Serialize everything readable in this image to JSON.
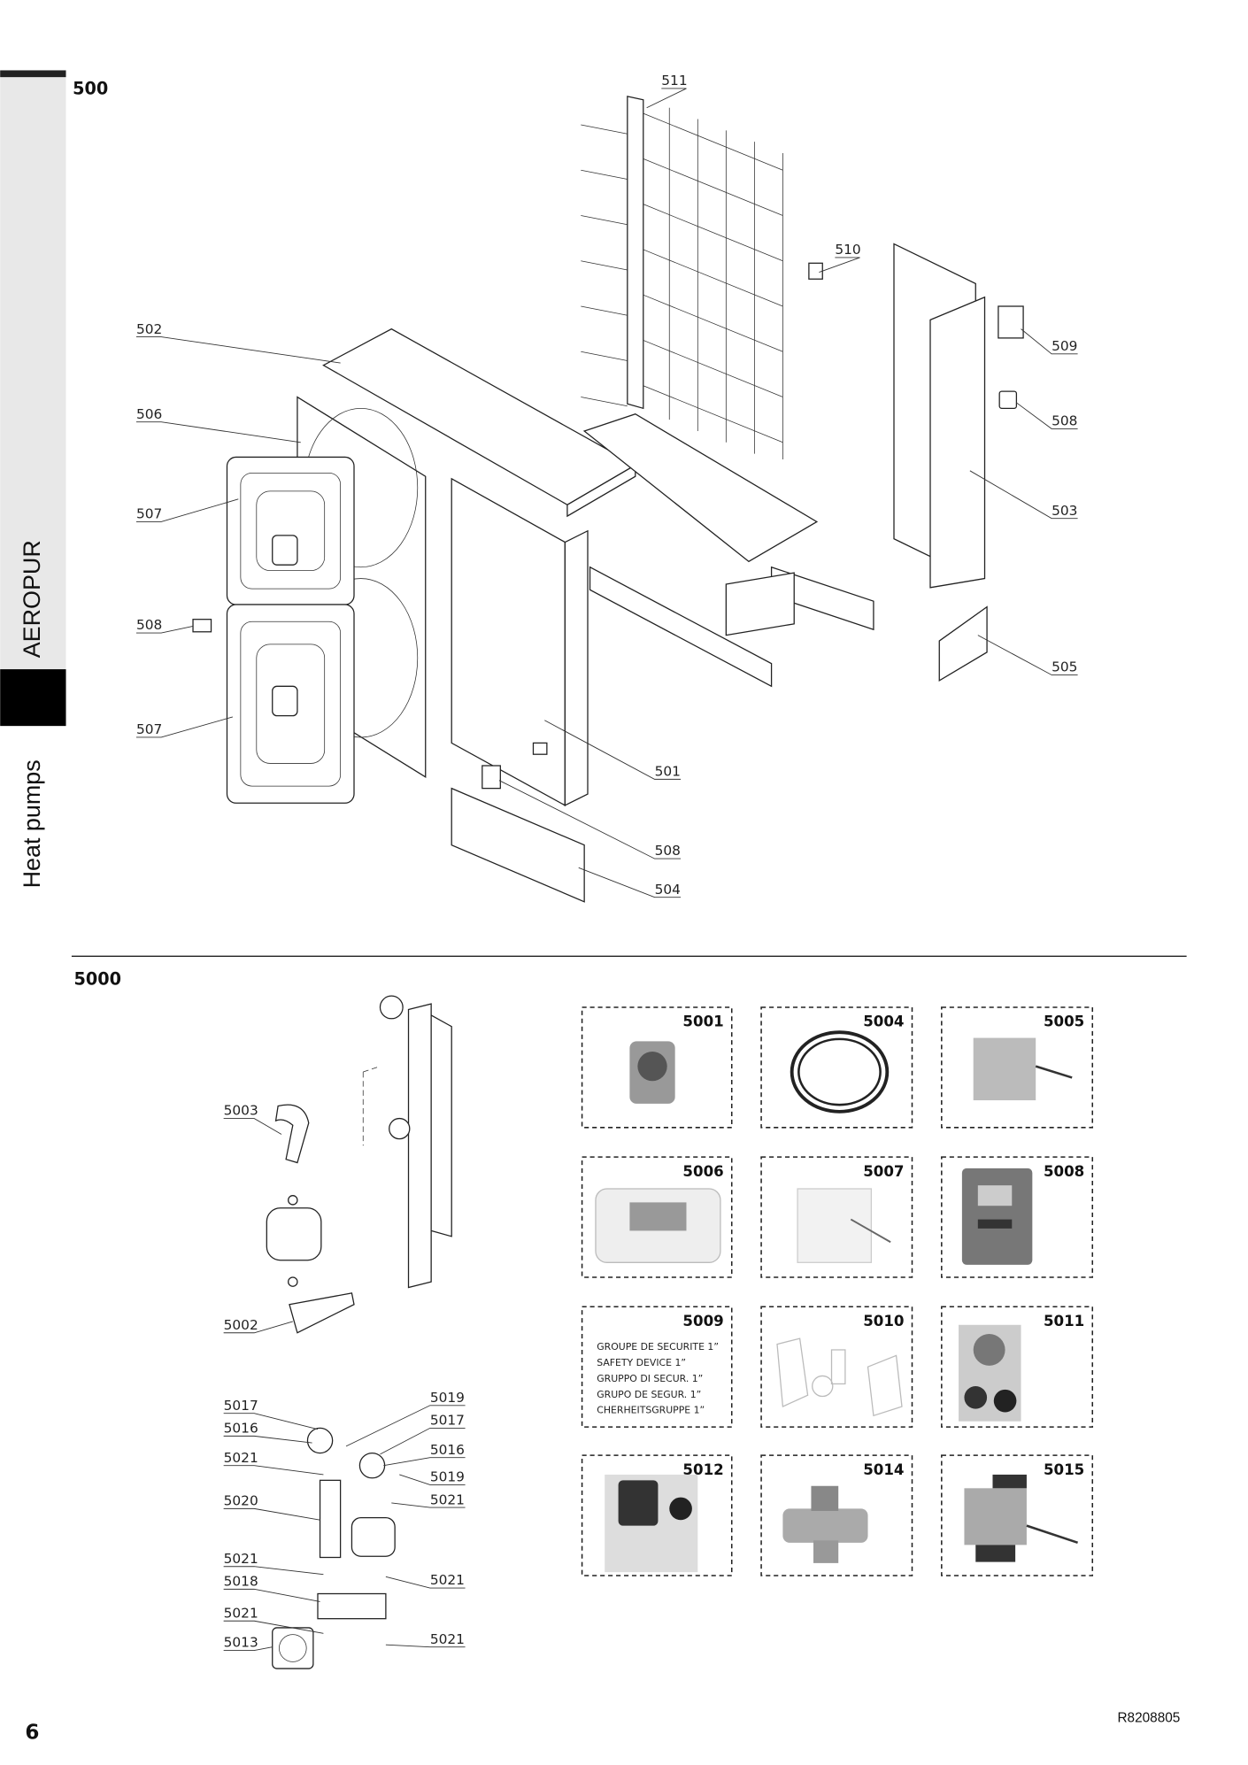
{
  "sidebar": {
    "brand": "AEROPUR",
    "category": "Heat pumps"
  },
  "section_500": {
    "title": "500",
    "callouts": [
      "511",
      "510",
      "502",
      "509",
      "506",
      "508",
      "503",
      "507",
      "508",
      "505",
      "507",
      "501",
      "508",
      "504"
    ]
  },
  "section_5000": {
    "title": "5000",
    "callouts": [
      "5003",
      "5002",
      "5017",
      "5019",
      "5016",
      "5017",
      "5021",
      "5016",
      "5019",
      "5020",
      "5021",
      "5021",
      "5018",
      "5021",
      "5021",
      "5021",
      "5013"
    ],
    "boxes": [
      {
        "num": "5001"
      },
      {
        "num": "5004"
      },
      {
        "num": "5005"
      },
      {
        "num": "5006"
      },
      {
        "num": "5007"
      },
      {
        "num": "5008"
      },
      {
        "num": "5009",
        "lines": [
          "GROUPE DE SECURITE 1”",
          "SAFETY DEVICE 1”",
          "GRUPPO DI SECUR. 1”",
          "GRUPO DE SEGUR. 1”",
          "CHERHEITSGRUPPE 1”"
        ]
      },
      {
        "num": "5010"
      },
      {
        "num": "5011"
      },
      {
        "num": "5012"
      },
      {
        "num": "5014"
      },
      {
        "num": "5015"
      }
    ]
  },
  "footer": {
    "page": "6",
    "ref": "R8208805"
  }
}
